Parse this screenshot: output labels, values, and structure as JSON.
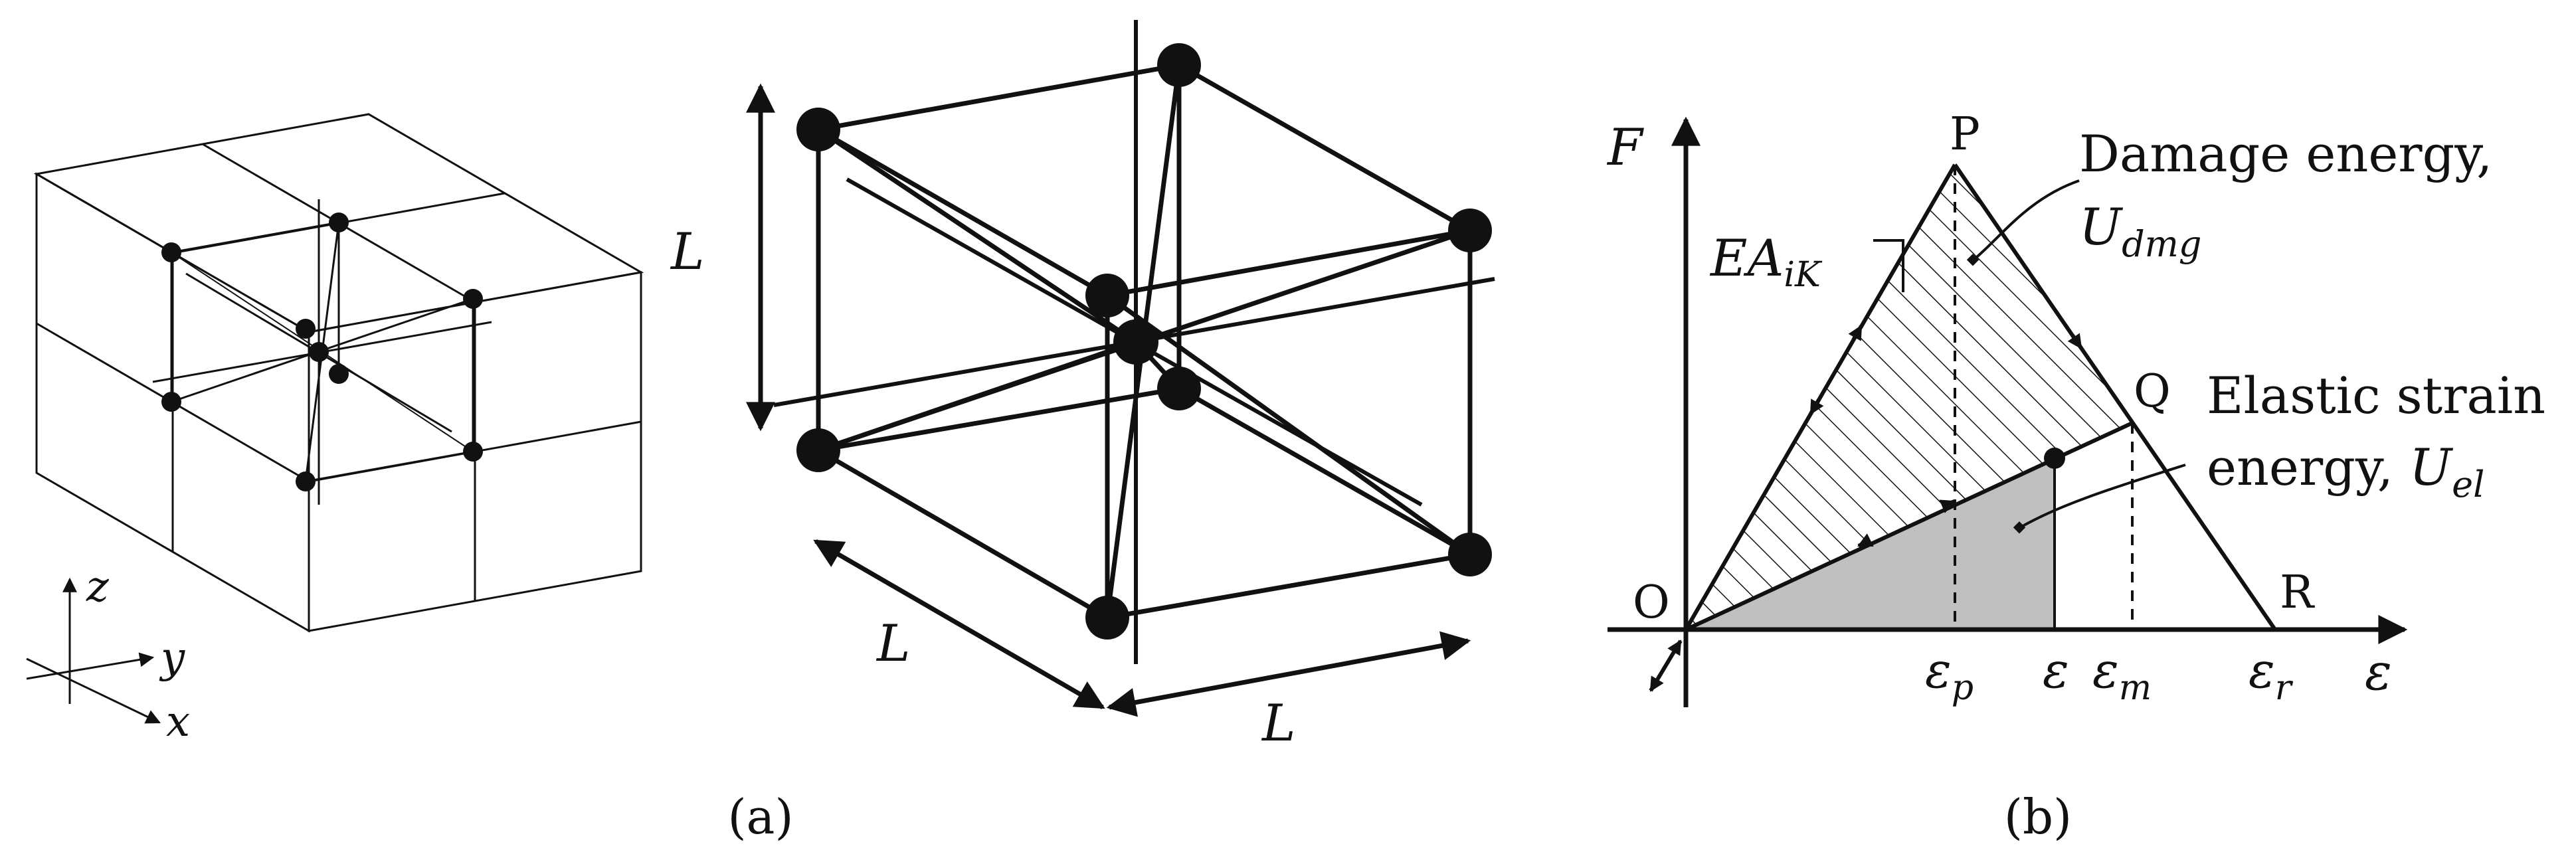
{
  "panel_a": {
    "caption": "(a)",
    "axes": {
      "z": "z",
      "y": "y",
      "x": "x"
    },
    "edge_labels": {
      "vertical": "L",
      "depth": "L",
      "width": "L"
    }
  },
  "panel_b": {
    "caption": "(b)",
    "axis_labels": {
      "y": "F",
      "x": "ε"
    },
    "points": {
      "O": "O",
      "P": "P",
      "Q": "Q",
      "R": "R"
    },
    "slope_label": {
      "base": "EA",
      "sub": "iK"
    },
    "ticks": [
      {
        "base": "ε",
        "sub": "p"
      },
      {
        "base": "ε",
        "sub": ""
      },
      {
        "base": "ε",
        "sub": "m"
      },
      {
        "base": "ε",
        "sub": "r"
      }
    ],
    "damage_label": {
      "line1": "Damage energy,",
      "base": "U",
      "sub": "dmg"
    },
    "elastic_label": {
      "line1": "Elastic strain",
      "line2": "energy, ",
      "base": "U",
      "sub": "el"
    },
    "colors": {
      "elastic_fill": "#c0c0c0",
      "line": "#111111"
    }
  }
}
